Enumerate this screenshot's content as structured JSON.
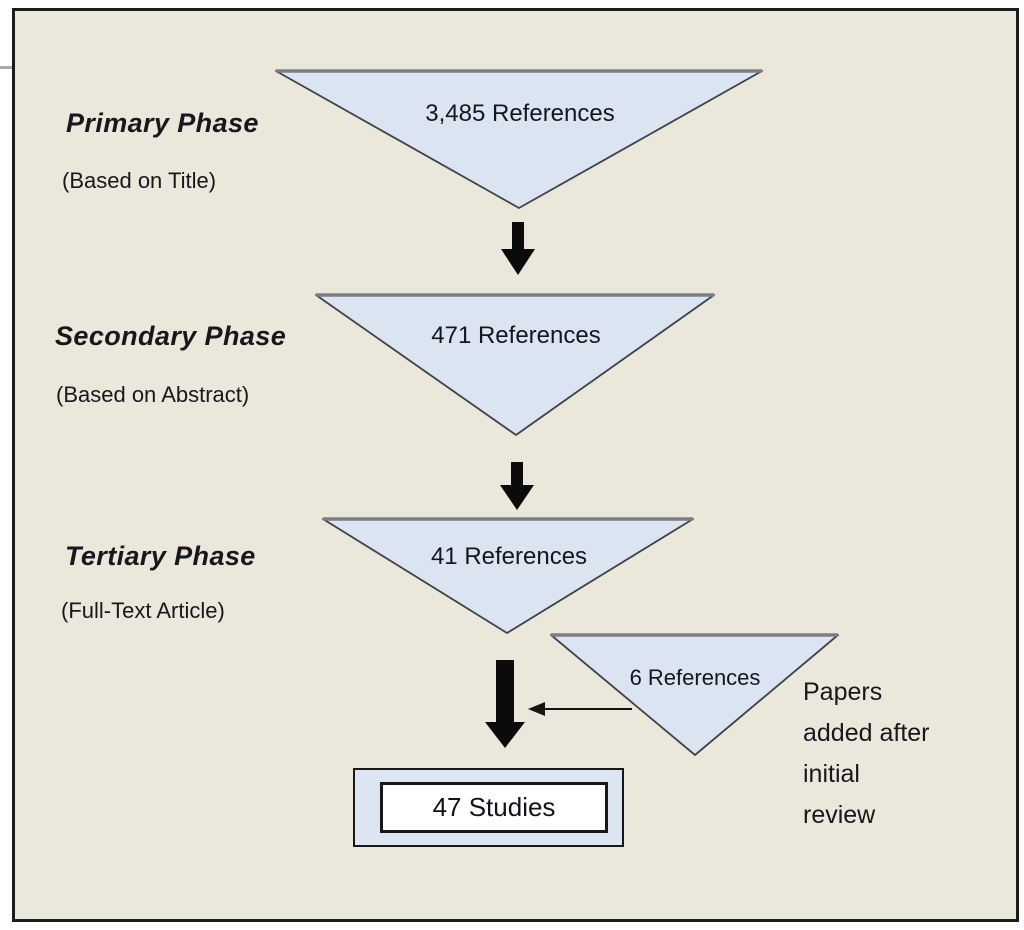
{
  "phases": [
    {
      "title": "Primary Phase",
      "subtitle": "(Based on Title)",
      "count_label": "3,485 References"
    },
    {
      "title": "Secondary Phase",
      "subtitle": "(Based on Abstract)",
      "count_label": "471 References"
    },
    {
      "title": "Tertiary Phase",
      "subtitle": "(Full-Text Article)",
      "count_label": "41 References"
    }
  ],
  "addition": {
    "count_label": "6 References",
    "caption_lines": [
      "Papers",
      "added after",
      "initial",
      "review"
    ]
  },
  "result": {
    "label": "47 Studies"
  },
  "colors": {
    "canvas_background": "#ebe8db",
    "frame_border": "#1c1c1c",
    "triangle_fill": "#dbe5f1",
    "triangle_edge": "#3f4247",
    "triangle_top_edge": "#7b7f83",
    "result_box_fill": "#dce6f2",
    "result_inner_fill": "#ffffff",
    "arrow": "#0b0b0b",
    "text": "#17171d"
  }
}
